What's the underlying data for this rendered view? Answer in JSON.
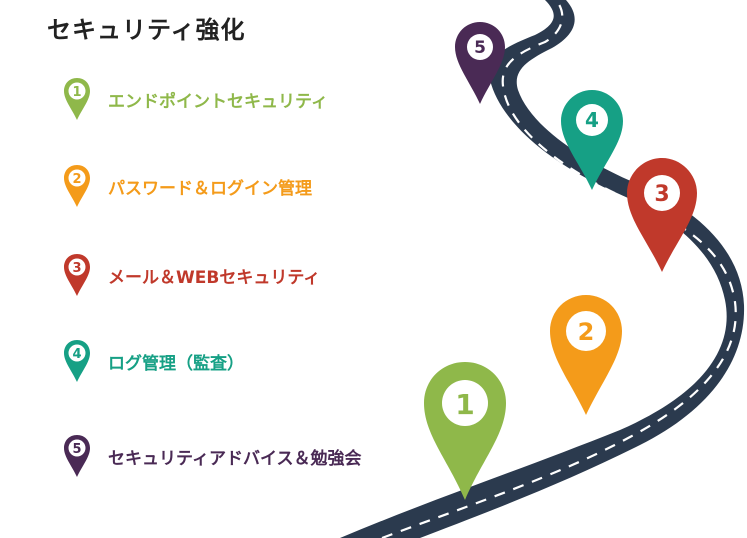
{
  "title": "セキュリティ強化",
  "colors": {
    "road": "#2b3a4e",
    "road_dash": "#ffffff",
    "green": "#8fb84a",
    "orange": "#f49b1a",
    "red": "#c0392b",
    "teal": "#16a085",
    "purple": "#4a2a55"
  },
  "items": [
    {
      "number": "1",
      "label": "エンドポイントセキュリティ",
      "color": "#8fb84a"
    },
    {
      "number": "2",
      "label": "パスワード＆ログイン管理",
      "color": "#f49b1a"
    },
    {
      "number": "3",
      "label": "メール＆WEBセキュリティ",
      "color": "#c0392b"
    },
    {
      "number": "4",
      "label": "ログ管理（監査）",
      "color": "#16a085"
    },
    {
      "number": "5",
      "label": "セキュリティアドバイス＆勉強会",
      "color": "#4a2a55"
    }
  ]
}
